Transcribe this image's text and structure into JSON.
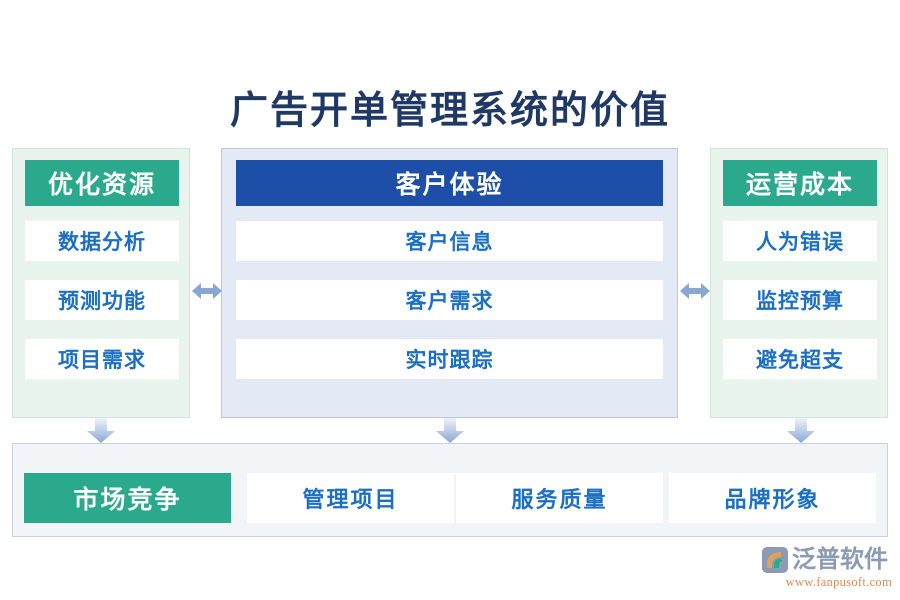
{
  "title": "广告开单管理系统的价值",
  "colors": {
    "green": "#2ba98c",
    "blue": "#1e4fa8",
    "item_text": "#1b6fc4",
    "title_text": "#1f3864",
    "side_panel_bg": "#e9f4ef",
    "center_panel_bg": "#e3e9f5",
    "bottom_panel_bg": "#f2f5f8",
    "arrow": "#8aa7d4"
  },
  "columns": [
    {
      "id": "optimize-resources",
      "header": "优化资源",
      "items": [
        "数据分析",
        "预测功能",
        "项目需求"
      ]
    },
    {
      "id": "customer-experience",
      "header": "客户体验",
      "items": [
        "客户信息",
        "客户需求",
        "实时跟踪"
      ]
    },
    {
      "id": "operating-cost",
      "header": "运营成本",
      "items": [
        "人为错误",
        "监控预算",
        "避免超支"
      ]
    }
  ],
  "bottom": {
    "items": [
      "市场竞争",
      "管理项目",
      "服务质量",
      "品牌形象"
    ]
  },
  "arrows": {
    "horizontal": [
      "double-arrow-left",
      "double-arrow-right"
    ],
    "down": [
      "down-arrow-left",
      "down-arrow-center",
      "down-arrow-right"
    ]
  },
  "logo": {
    "name": "泛普软件",
    "url": "www.fanpusoft.com"
  }
}
